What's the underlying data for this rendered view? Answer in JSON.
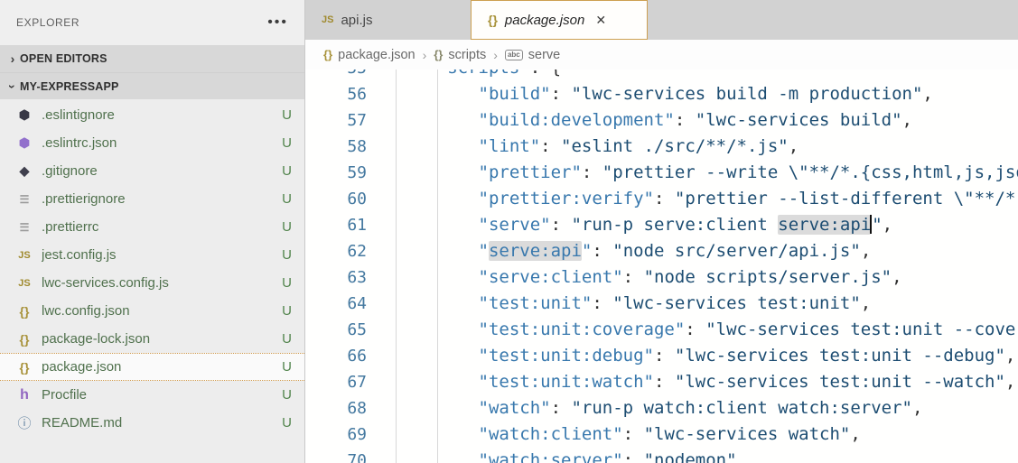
{
  "sidebar": {
    "title": "EXPLORER",
    "menu_icon": "ellipsis-horizontal",
    "sections": [
      {
        "label": "OPEN EDITORS",
        "expanded": false
      },
      {
        "label": "MY-EXPRESSAPP",
        "expanded": true
      }
    ],
    "files": [
      {
        "name": ".eslintignore",
        "icon": "eslint-dark",
        "badge": "U",
        "selected": false
      },
      {
        "name": ".eslintrc.json",
        "icon": "eslint-purple",
        "badge": "U",
        "selected": false
      },
      {
        "name": ".gitignore",
        "icon": "git",
        "badge": "U",
        "selected": false
      },
      {
        "name": ".prettierignore",
        "icon": "prettier",
        "badge": "U",
        "selected": false
      },
      {
        "name": ".prettierrc",
        "icon": "prettier",
        "badge": "U",
        "selected": false
      },
      {
        "name": "jest.config.js",
        "icon": "js",
        "badge": "U",
        "selected": false
      },
      {
        "name": "lwc-services.config.js",
        "icon": "js",
        "badge": "U",
        "selected": false
      },
      {
        "name": "lwc.config.json",
        "icon": "json",
        "badge": "U",
        "selected": false
      },
      {
        "name": "package-lock.json",
        "icon": "json",
        "badge": "U",
        "selected": false
      },
      {
        "name": "package.json",
        "icon": "json",
        "badge": "U",
        "selected": true
      },
      {
        "name": "Procfile",
        "icon": "heroku",
        "badge": "U",
        "selected": false
      },
      {
        "name": "README.md",
        "icon": "info",
        "badge": "U",
        "selected": false
      }
    ]
  },
  "tabs": [
    {
      "label": "api.js",
      "icon": "js",
      "active": false,
      "close_label": ""
    },
    {
      "label": "package.json",
      "icon": "json",
      "active": true,
      "close_label": "✕"
    }
  ],
  "breadcrumbs": {
    "items": [
      {
        "label": "package.json",
        "icon": "braces-json"
      },
      {
        "label": "scripts",
        "icon": "braces-object"
      },
      {
        "label": "serve",
        "icon": "string-symbol-abc"
      }
    ],
    "separator": "›"
  },
  "editor": {
    "language": "json",
    "cursor_line": 61,
    "word_highlight": "serve:api",
    "lines": [
      {
        "num": 55,
        "tokens": [
          {
            "t": "i",
            "s": "    "
          },
          {
            "t": "k",
            "s": "\"scripts\""
          },
          {
            "t": "p",
            "s": ": {"
          }
        ]
      },
      {
        "num": 56,
        "tokens": [
          {
            "t": "i",
            "s": "        "
          },
          {
            "t": "k",
            "s": "\"build\""
          },
          {
            "t": "p",
            "s": ": "
          },
          {
            "t": "v",
            "s": "\"lwc-services build -m production\""
          },
          {
            "t": "p",
            "s": ","
          }
        ]
      },
      {
        "num": 57,
        "tokens": [
          {
            "t": "i",
            "s": "        "
          },
          {
            "t": "k",
            "s": "\"build:development\""
          },
          {
            "t": "p",
            "s": ": "
          },
          {
            "t": "v",
            "s": "\"lwc-services build\""
          },
          {
            "t": "p",
            "s": ","
          }
        ]
      },
      {
        "num": 58,
        "tokens": [
          {
            "t": "i",
            "s": "        "
          },
          {
            "t": "k",
            "s": "\"lint\""
          },
          {
            "t": "p",
            "s": ": "
          },
          {
            "t": "v",
            "s": "\"eslint ./src/**/*.js\""
          },
          {
            "t": "p",
            "s": ","
          }
        ]
      },
      {
        "num": 59,
        "tokens": [
          {
            "t": "i",
            "s": "        "
          },
          {
            "t": "k",
            "s": "\"prettier\""
          },
          {
            "t": "p",
            "s": ": "
          },
          {
            "t": "v",
            "s": "\"prettier --write \\\"**/*.{css,html,js,json,md,ts,yaml,yml}\\\"\""
          },
          {
            "t": "p",
            "s": ","
          }
        ]
      },
      {
        "num": 60,
        "tokens": [
          {
            "t": "i",
            "s": "        "
          },
          {
            "t": "k",
            "s": "\"prettier:verify\""
          },
          {
            "t": "p",
            "s": ": "
          },
          {
            "t": "v",
            "s": "\"prettier --list-different \\\"**/*.{css,html,js,json,md,ts,yaml,yml}\\\"\""
          },
          {
            "t": "p",
            "s": ","
          }
        ]
      },
      {
        "num": 61,
        "tokens": [
          {
            "t": "i",
            "s": "        "
          },
          {
            "t": "k",
            "s": "\"serve\""
          },
          {
            "t": "p",
            "s": ": "
          },
          {
            "t": "v",
            "s": "\"run-p serve:client "
          },
          {
            "t": "v",
            "s": "serve:api",
            "hl": true
          },
          {
            "t": "caret",
            "s": ""
          },
          {
            "t": "v",
            "s": "\""
          },
          {
            "t": "p",
            "s": ","
          }
        ]
      },
      {
        "num": 62,
        "tokens": [
          {
            "t": "i",
            "s": "        "
          },
          {
            "t": "k",
            "s": "\""
          },
          {
            "t": "k",
            "s": "serve:api",
            "hl": true
          },
          {
            "t": "k",
            "s": "\""
          },
          {
            "t": "p",
            "s": ": "
          },
          {
            "t": "v",
            "s": "\"node src/server/api.js\""
          },
          {
            "t": "p",
            "s": ","
          }
        ]
      },
      {
        "num": 63,
        "tokens": [
          {
            "t": "i",
            "s": "        "
          },
          {
            "t": "k",
            "s": "\"serve:client\""
          },
          {
            "t": "p",
            "s": ": "
          },
          {
            "t": "v",
            "s": "\"node scripts/server.js\""
          },
          {
            "t": "p",
            "s": ","
          }
        ]
      },
      {
        "num": 64,
        "tokens": [
          {
            "t": "i",
            "s": "        "
          },
          {
            "t": "k",
            "s": "\"test:unit\""
          },
          {
            "t": "p",
            "s": ": "
          },
          {
            "t": "v",
            "s": "\"lwc-services test:unit\""
          },
          {
            "t": "p",
            "s": ","
          }
        ]
      },
      {
        "num": 65,
        "tokens": [
          {
            "t": "i",
            "s": "        "
          },
          {
            "t": "k",
            "s": "\"test:unit:coverage\""
          },
          {
            "t": "p",
            "s": ": "
          },
          {
            "t": "v",
            "s": "\"lwc-services test:unit --coverage\""
          },
          {
            "t": "p",
            "s": ","
          }
        ]
      },
      {
        "num": 66,
        "tokens": [
          {
            "t": "i",
            "s": "        "
          },
          {
            "t": "k",
            "s": "\"test:unit:debug\""
          },
          {
            "t": "p",
            "s": ": "
          },
          {
            "t": "v",
            "s": "\"lwc-services test:unit --debug\""
          },
          {
            "t": "p",
            "s": ","
          }
        ]
      },
      {
        "num": 67,
        "tokens": [
          {
            "t": "i",
            "s": "        "
          },
          {
            "t": "k",
            "s": "\"test:unit:watch\""
          },
          {
            "t": "p",
            "s": ": "
          },
          {
            "t": "v",
            "s": "\"lwc-services test:unit --watch\""
          },
          {
            "t": "p",
            "s": ","
          }
        ]
      },
      {
        "num": 68,
        "tokens": [
          {
            "t": "i",
            "s": "        "
          },
          {
            "t": "k",
            "s": "\"watch\""
          },
          {
            "t": "p",
            "s": ": "
          },
          {
            "t": "v",
            "s": "\"run-p watch:client watch:server\""
          },
          {
            "t": "p",
            "s": ","
          }
        ]
      },
      {
        "num": 69,
        "tokens": [
          {
            "t": "i",
            "s": "        "
          },
          {
            "t": "k",
            "s": "\"watch:client\""
          },
          {
            "t": "p",
            "s": ": "
          },
          {
            "t": "v",
            "s": "\"lwc-services watch\""
          },
          {
            "t": "p",
            "s": ","
          }
        ]
      },
      {
        "num": 70,
        "tokens": [
          {
            "t": "i",
            "s": "        "
          },
          {
            "t": "k",
            "s": "\"watch:server\""
          },
          {
            "t": "p",
            "s": ": "
          },
          {
            "t": "v",
            "s": "\"nodemon\""
          }
        ]
      }
    ]
  },
  "colors": {
    "tab_active_border": "#cda051",
    "json_key": "#3878ad",
    "json_value": "#1d4d72",
    "untracked_green": "#53854e",
    "line_number": "#4579a0",
    "word_highlight_bg": "#dbdbdb",
    "selected_row_border": "#cf9a4e"
  }
}
